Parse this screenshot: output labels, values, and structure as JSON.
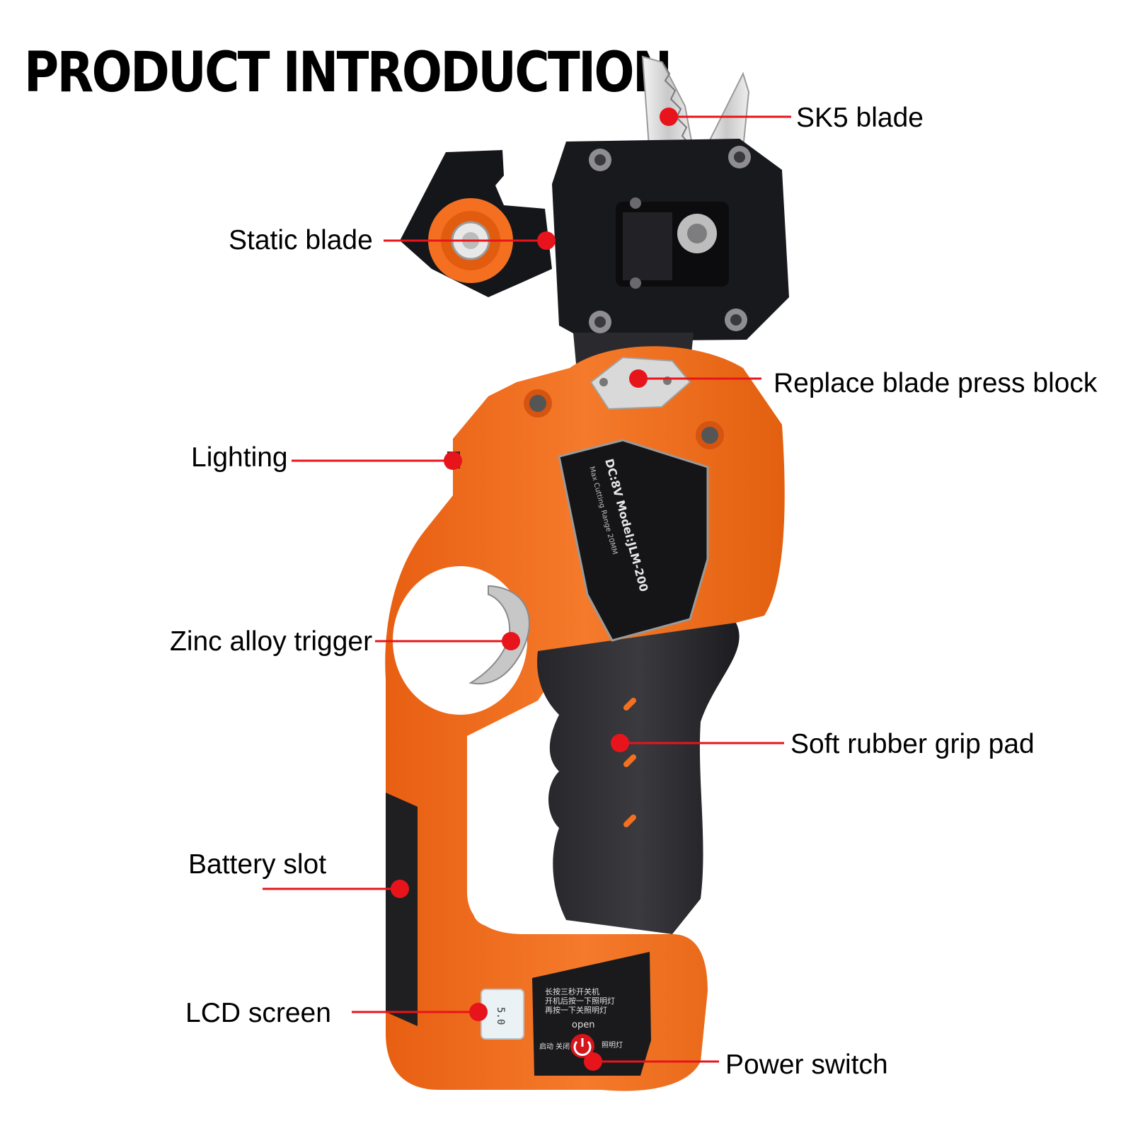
{
  "title": "PRODUCT INTRODUCTION",
  "callouts": {
    "sk5_blade": "SK5 blade",
    "static_blade": "Static blade",
    "replace_block": "Replace blade press block",
    "lighting": "Lighting",
    "trigger": "Zinc alloy trigger",
    "grip": "Soft rubber grip pad",
    "battery": "Battery slot",
    "lcd": "LCD screen",
    "power": "Power switch"
  },
  "nameplate": {
    "model": "DC:8V  Model:JLM-200",
    "range": "Max Cutting Range  20MM"
  },
  "control_panel": {
    "line1": "长按三秒开关机",
    "line2": "开机后按一下照明灯",
    "line3": "再按一下关照明灯",
    "open": "open",
    "start_off": "启动 关闭",
    "light": "照明灯",
    "lcd_value": "5.0"
  },
  "colors": {
    "body": "#f26b1d",
    "head": "#17171a",
    "callout": "#e8141b",
    "blade": "#dcdcdc"
  }
}
